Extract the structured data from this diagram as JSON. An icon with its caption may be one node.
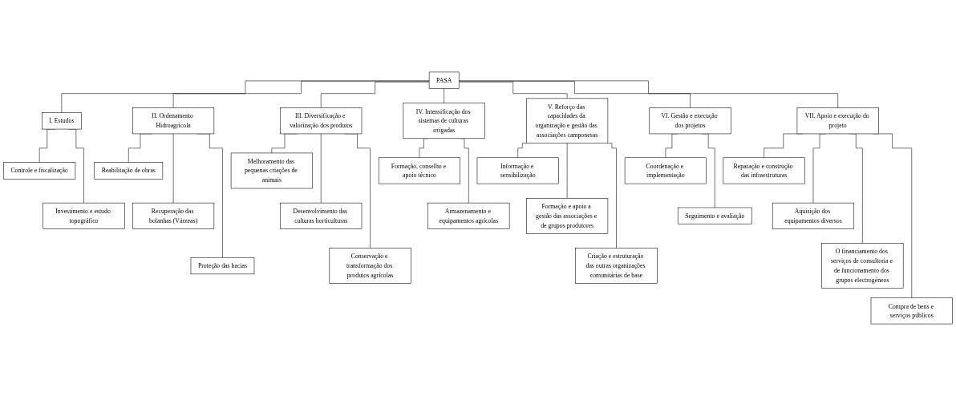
{
  "diagram": {
    "nodes": [
      {
        "text": [
          "PASA"
        ]
      },
      {
        "text": [
          "I. Estudos"
        ]
      },
      {
        "text": [
          "Controle e fiscalização"
        ]
      },
      {
        "text": [
          "Investimento e estudo topográfico"
        ]
      },
      {
        "text": [
          "II. Ordenamento Hidroagricola"
        ]
      },
      {
        "text": [
          "Reabilitação de obras"
        ]
      },
      {
        "text": [
          "Recuperação das bolanhas (Várzeas)"
        ]
      },
      {
        "text": [
          "Proteção das bacias"
        ]
      },
      {
        "text": [
          "III. Diversificação e valorização dos produtos"
        ]
      },
      {
        "text": [
          "Melhoramento das pequenas criações de animais"
        ]
      },
      {
        "text": [
          "Desenvolvimento das culturas horticulturas"
        ]
      },
      {
        "text": [
          "Conservação e transformação dos produtos agrícolas"
        ]
      },
      {
        "text": [
          "IV. Intensificação dos sistemas de culturas irrigadas"
        ]
      },
      {
        "text": [
          "Formação, conselho e apoio técnico"
        ]
      },
      {
        "text": [
          "Armazenamento e equipamentos agrícolas"
        ]
      },
      {
        "text": [
          "V. Reforço das capacidades da organização e gestão das associações camponesas"
        ]
      },
      {
        "text": [
          "Informação e sensibilização"
        ]
      },
      {
        "text": [
          "Formação e apoio a gestão das associações e de grupos produtores"
        ]
      },
      {
        "text": [
          "Criação e estruturação das outras organizações comunitárias de base"
        ]
      },
      {
        "text": [
          "VI. Gestão e execução dos projetos"
        ]
      },
      {
        "text": [
          "Coordenação e implementação"
        ]
      },
      {
        "text": [
          "Seguimento e avaliação"
        ]
      },
      {
        "text": [
          "VII. Apoio e execução do projeto"
        ]
      },
      {
        "text": [
          "Reparação e construção das infraestruturas"
        ]
      },
      {
        "text": [
          "Aquisição dos equipamentos diversos"
        ]
      },
      {
        "text": [
          "O financiamento dos serviços de consultoria e de funcionamento dos grupos electrogéneos"
        ]
      },
      {
        "text": [
          "Compra de bens e serviços públicos"
        ]
      }
    ],
    "edges": [
      {
        "from": 0,
        "to": 1,
        "arrow": "none"
      },
      {
        "from": 0,
        "to": 4,
        "arrow": "none"
      },
      {
        "from": 0,
        "to": 8,
        "arrow": "none"
      },
      {
        "from": 0,
        "to": 12,
        "arrow": "none"
      },
      {
        "from": 0,
        "to": 15,
        "arrow": "none"
      },
      {
        "from": 0,
        "to": 19,
        "arrow": "none"
      },
      {
        "from": 0,
        "to": 22,
        "arrow": "none"
      },
      {
        "from": 1,
        "to": 2,
        "arrow": "none"
      },
      {
        "from": 1,
        "to": 3,
        "arrow": "none"
      },
      {
        "from": 4,
        "to": 5,
        "arrow": "none"
      },
      {
        "from": 4,
        "to": 6,
        "arrow": "none"
      },
      {
        "from": 4,
        "to": 7,
        "arrow": "none"
      },
      {
        "from": 8,
        "to": 9,
        "arrow": "none"
      },
      {
        "from": 8,
        "to": 10,
        "arrow": "none"
      },
      {
        "from": 8,
        "to": 11,
        "arrow": "none"
      },
      {
        "from": 12,
        "to": 13,
        "arrow": "none"
      },
      {
        "from": 12,
        "to": 14,
        "arrow": "none"
      },
      {
        "from": 15,
        "to": 16,
        "arrow": "none"
      },
      {
        "from": 15,
        "to": 17,
        "arrow": "none"
      },
      {
        "from": 15,
        "to": 18,
        "arrow": "none"
      },
      {
        "from": 19,
        "to": 20,
        "arrow": "none"
      },
      {
        "from": 19,
        "to": 21,
        "arrow": "none"
      },
      {
        "from": 22,
        "to": 23,
        "arrow": "none"
      },
      {
        "from": 22,
        "to": 24,
        "arrow": "none"
      },
      {
        "from": 22,
        "to": 25,
        "arrow": "none"
      },
      {
        "from": 22,
        "to": 26,
        "arrow": "none"
      }
    ]
  }
}
